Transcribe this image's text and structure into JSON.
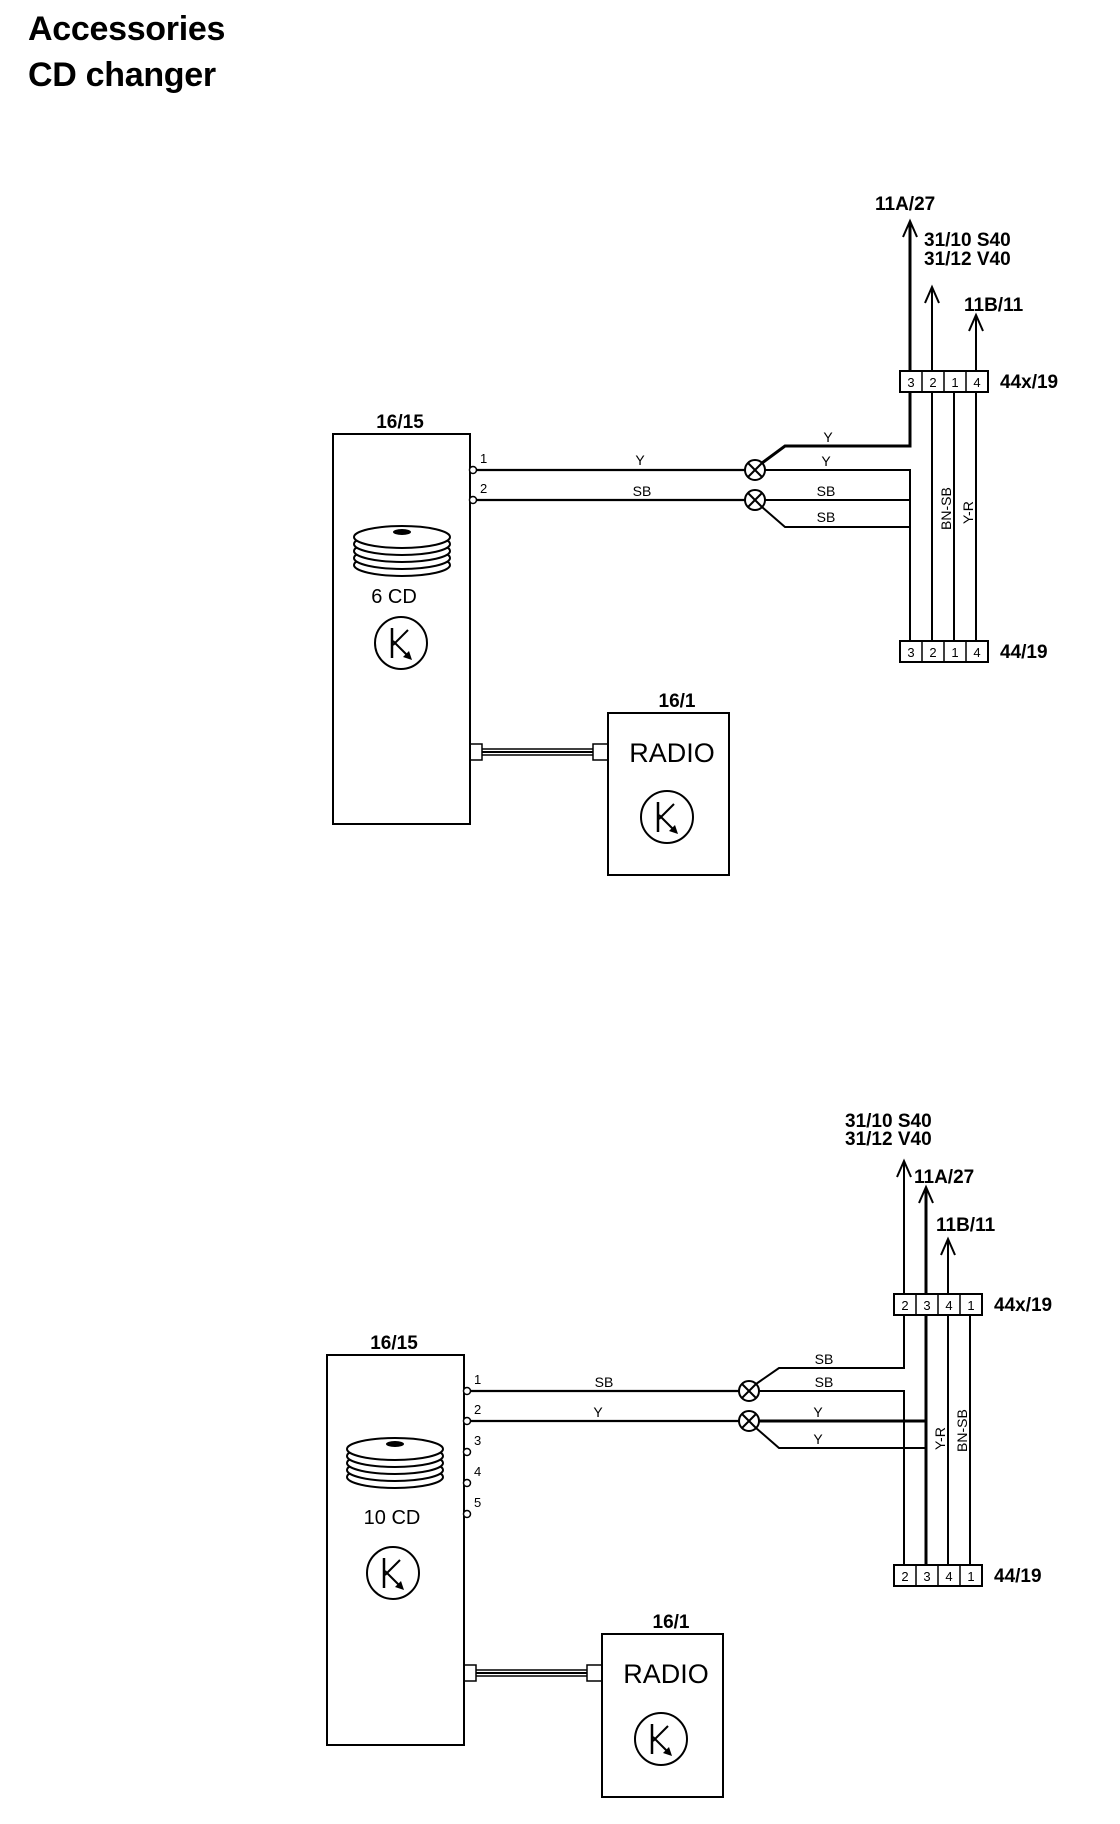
{
  "title": {
    "line1": "Accessories",
    "line2": "CD changer"
  },
  "diagrams": [
    {
      "changer": {
        "ref": "16/15",
        "label": "6 CD",
        "pins": [
          "1",
          "2"
        ]
      },
      "radio": {
        "ref": "16/1",
        "label": "RADIO"
      },
      "wires": {
        "w1": "Y",
        "w2": "SB",
        "branch1": [
          "Y",
          "Y"
        ],
        "branch2": [
          "SB",
          "SB"
        ],
        "v1": "BN-SB",
        "v2": "Y-R"
      },
      "connector_top": {
        "ref": "44x/19",
        "pins": [
          "3",
          "2",
          "1",
          "4"
        ]
      },
      "connector_bottom": {
        "ref": "44/19",
        "pins": [
          "3",
          "2",
          "1",
          "4"
        ]
      },
      "arrows": {
        "a": "11A/27",
        "b1": "31/10 S40",
        "b2": "31/12 V40",
        "c": "11B/11"
      }
    },
    {
      "changer": {
        "ref": "16/15",
        "label": "10 CD",
        "pins": [
          "1",
          "2",
          "3",
          "4",
          "5"
        ]
      },
      "radio": {
        "ref": "16/1",
        "label": "RADIO"
      },
      "wires": {
        "w1": "SB",
        "w2": "Y",
        "branch1": [
          "SB",
          "SB"
        ],
        "branch2": [
          "Y",
          "Y"
        ],
        "v1": "Y-R",
        "v2": "BN-SB"
      },
      "connector_top": {
        "ref": "44x/19",
        "pins": [
          "2",
          "3",
          "4",
          "1"
        ]
      },
      "connector_bottom": {
        "ref": "44/19",
        "pins": [
          "2",
          "3",
          "4",
          "1"
        ]
      },
      "arrows": {
        "a1": "31/10 S40",
        "a2": "31/12 V40",
        "b": "11A/27",
        "c": "11B/11"
      }
    }
  ]
}
